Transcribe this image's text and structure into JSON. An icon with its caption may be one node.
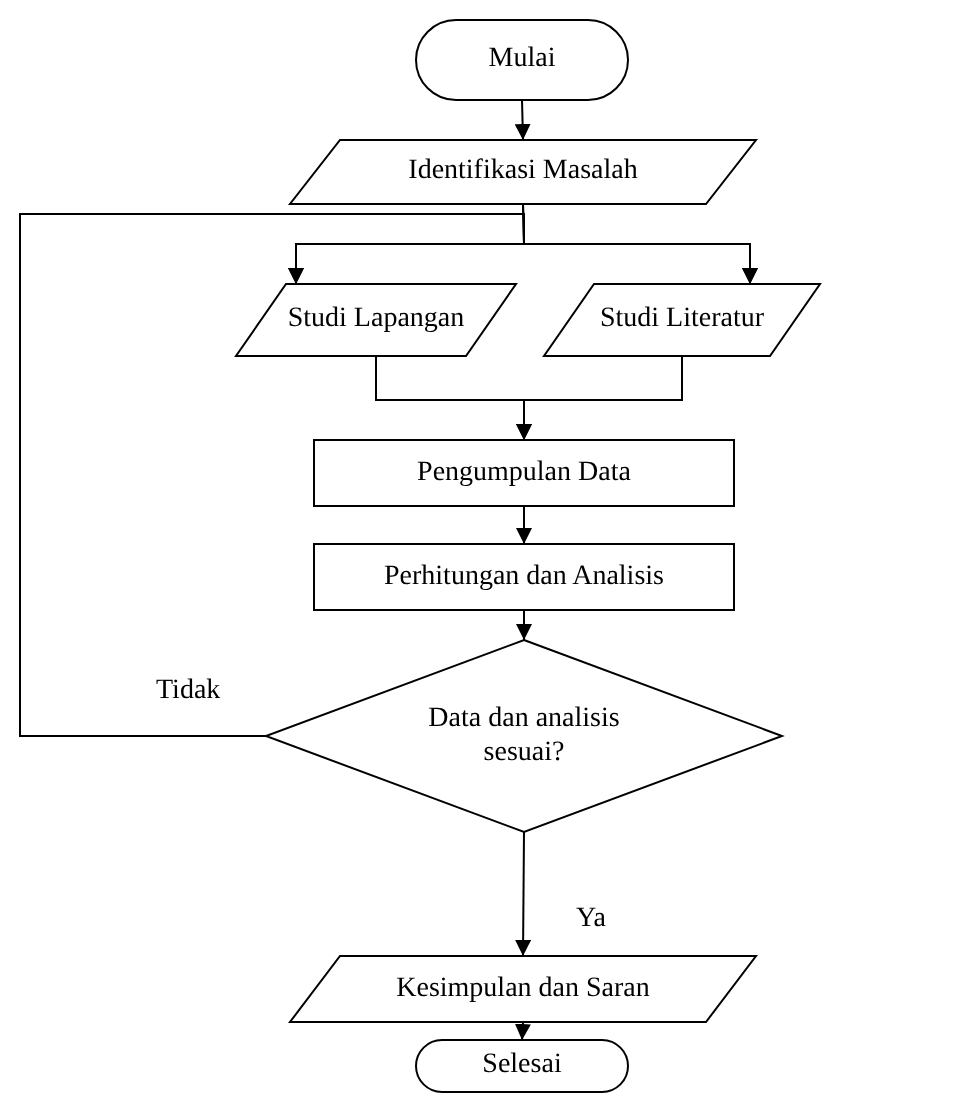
{
  "diagram": {
    "nodes": [
      {
        "text": [
          "Mulai"
        ]
      },
      {
        "text": [
          "Identifikasi Masalah"
        ]
      },
      {
        "text": [
          "Studi Lapangan"
        ]
      },
      {
        "text": [
          "Studi Literatur"
        ]
      },
      {
        "text": [
          "Pengumpulan Data"
        ]
      },
      {
        "text": [
          "Perhitungan dan Analisis"
        ]
      },
      {
        "text": [
          "Data dan analisis sesuai?"
        ]
      },
      {
        "text": [
          "Kesimpulan dan Saran"
        ]
      },
      {
        "text": [
          "Selesai"
        ]
      }
    ],
    "edges": [
      {
        "from": 0,
        "to": 1,
        "arrow": "to"
      },
      {
        "from": 1,
        "to": 2,
        "arrow": "to"
      },
      {
        "from": 1,
        "to": 3,
        "arrow": "to"
      },
      {
        "from": 2,
        "to": 4,
        "arrow": "to"
      },
      {
        "from": 3,
        "to": 4,
        "arrow": "to"
      },
      {
        "from": 4,
        "to": 5,
        "arrow": "to"
      },
      {
        "from": 5,
        "to": 6,
        "arrow": "to"
      },
      {
        "from": 6,
        "to": 2,
        "arrow": "to",
        "label": "Tidak"
      },
      {
        "from": 6,
        "to": 3,
        "arrow": "to"
      },
      {
        "from": 6,
        "to": 7,
        "arrow": "to",
        "label": "Ya"
      },
      {
        "from": 7,
        "to": 8,
        "arrow": "to"
      }
    ]
  }
}
